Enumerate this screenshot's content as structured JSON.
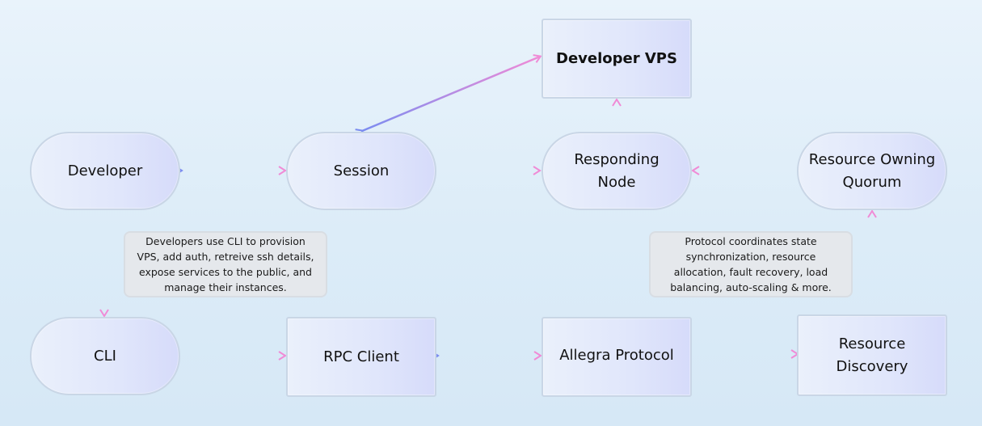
{
  "nodes": {
    "developer": "Developer",
    "session": "Session",
    "developer_vps": "Developer VPS",
    "responding_node": "Responding\nNode",
    "resource_owning_quorum": "Resource Owning\nQuorum",
    "cli": "CLI",
    "rpc_client": "RPC Client",
    "allegra_protocol": "Allegra Protocol",
    "resource_discovery": "Resource\nDiscovery"
  },
  "notes": {
    "cli_note": "Developers use CLI to provision\nVPS, add auth, retreive ssh details,\nexpose services to the public, and\nmanage their instances.",
    "protocol_note": "Protocol coordinates state\nsynchronization, resource\nallocation, fault recovery, load\nbalancing, auto-scaling & more."
  },
  "colors": {
    "arrow_start": "#7b8cf0",
    "arrow_end": "#f08bd6"
  }
}
